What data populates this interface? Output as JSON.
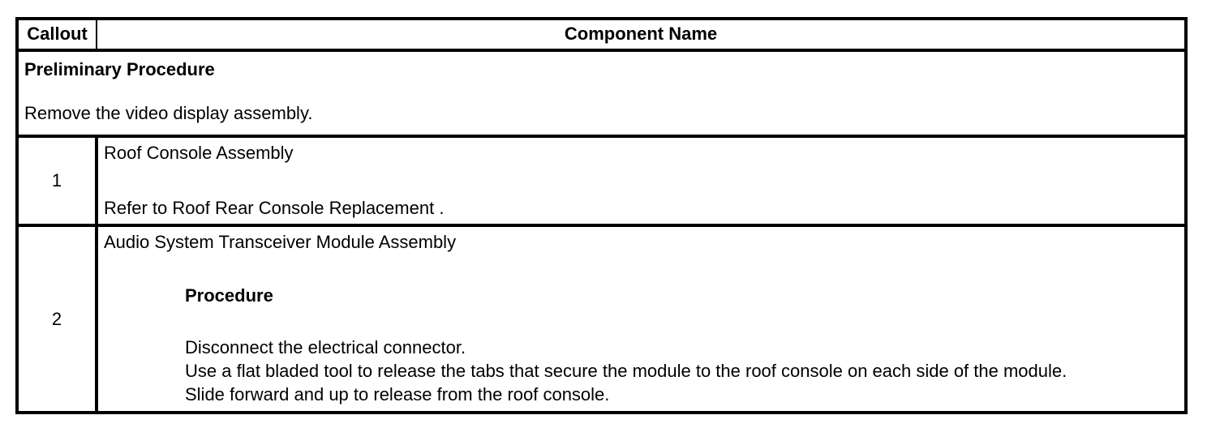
{
  "table": {
    "columns": [
      {
        "key": "callout",
        "header": "Callout"
      },
      {
        "key": "component_name",
        "header": "Component Name"
      }
    ],
    "preliminary": {
      "title": "Preliminary Procedure",
      "text": "Remove the video display assembly."
    },
    "rows": [
      {
        "callout": "1",
        "name": "Roof Console Assembly",
        "reference": "Refer to Roof Rear Console Replacement ."
      },
      {
        "callout": "2",
        "name": "Audio System Transceiver Module Assembly",
        "procedure_heading": "Procedure",
        "steps": [
          "Disconnect the electrical connector.",
          "Use a flat bladed tool to release the tabs that secure the module to the roof console on each side of the module.",
          "Slide forward and up to release from the roof console."
        ]
      }
    ]
  },
  "style": {
    "border_color": "#000000",
    "background": "#ffffff",
    "text_color": "#000000"
  }
}
